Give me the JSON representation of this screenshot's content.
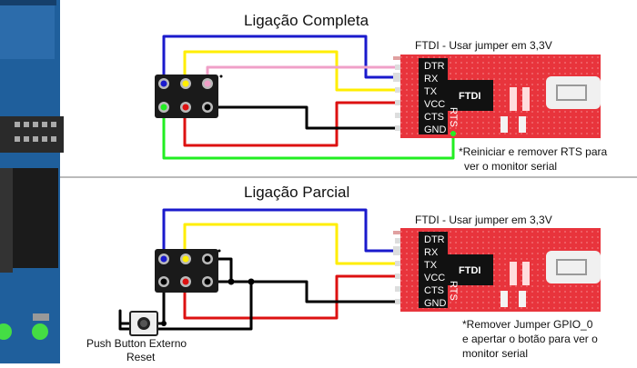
{
  "top": {
    "title": "Ligação Completa",
    "ftdi_label": "FTDI - Usar jumper em 3,3V",
    "note_line1": "*Reiniciar e remover RTS para",
    "note_line2": "ver o monitor serial"
  },
  "bottom": {
    "title": "Ligação Parcial",
    "ftdi_label": "FTDI - Usar jumper em 3,3V",
    "note_line1": "*Remover Jumper GPIO_0",
    "note_line2": "e apertar o botão para ver o",
    "note_line3": "monitor serial",
    "button_label_line1": "Push Button Externo",
    "button_label_line2": "Reset"
  },
  "ftdi_pins": [
    "DTR",
    "RX",
    "TX",
    "VCC",
    "CTS",
    "GND"
  ],
  "chip_label": "FTDI",
  "rts_label": "RTS",
  "colors": {
    "blue": "#1a1acc",
    "yellow": "#ffee00",
    "pink": "#f0a0c8",
    "red": "#dd1111",
    "black": "#000000",
    "green": "#22ee22",
    "board": "#e8343c",
    "esp_board": "#1f5f9c"
  }
}
